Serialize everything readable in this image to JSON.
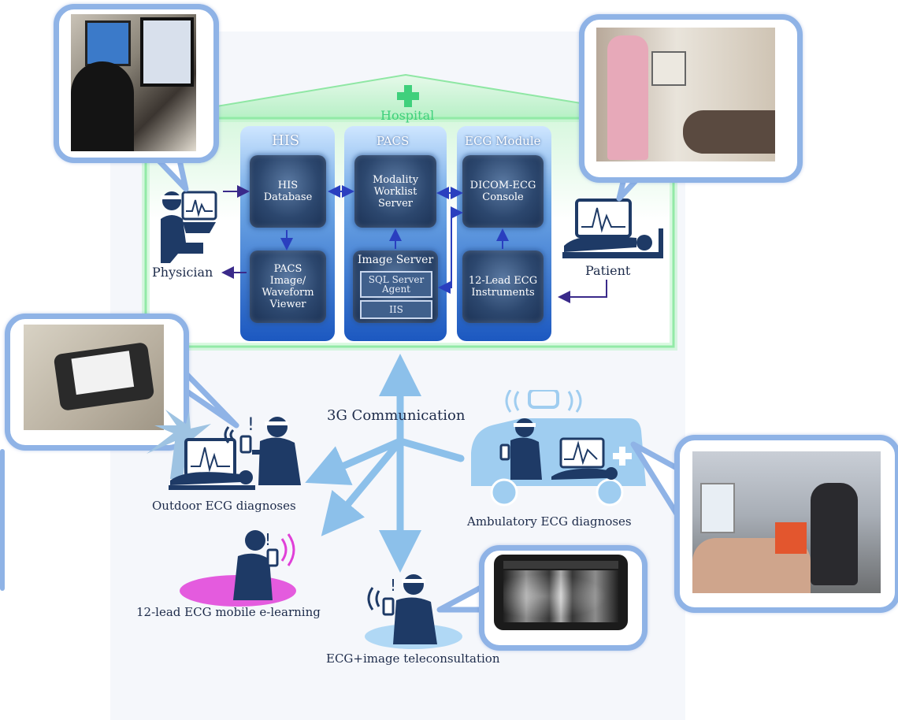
{
  "hospital": {
    "title": "Hospital",
    "physician_label": "Physician",
    "patient_label": "Patient",
    "columns": [
      {
        "title": "HIS",
        "boxes": [
          {
            "lines": [
              "HIS",
              "Database"
            ]
          },
          {
            "lines": [
              "PACS",
              "Image/",
              "Waveform",
              "Viewer"
            ]
          }
        ]
      },
      {
        "title": "PACS",
        "boxes": [
          {
            "lines": [
              "Modality",
              "Worklist",
              "Server"
            ]
          }
        ],
        "image_server": {
          "title": "Image Server",
          "components": [
            {
              "lines": [
                "SQL Server",
                "Agent"
              ]
            },
            {
              "lines": [
                "IIS"
              ]
            }
          ]
        }
      },
      {
        "title": "ECG Module",
        "boxes": [
          {
            "lines": [
              "DICOM-ECG",
              "Console"
            ]
          },
          {
            "lines": [
              "12-Lead ECG",
              "Instruments"
            ]
          }
        ]
      }
    ]
  },
  "network": {
    "label": "3G Communication"
  },
  "scenarios": {
    "outdoor": "Outdoor ECG diagnoses",
    "ambulatory": "Ambulatory ECG diagnoses",
    "elearning": "12-lead ECG mobile e-learning",
    "teleconsult": "ECG+image  teleconsultation"
  },
  "colors": {
    "hospital_green": "#7fe59a",
    "accent_green": "#3fd07c",
    "navy": "#1e3a66",
    "light_blue": "#8cc0ea",
    "bubble_border": "#8fb3e6",
    "arrow_purple": "#3a2a8a",
    "magenta": "#e040d8"
  },
  "icons": [
    "cross-icon",
    "physician-icon",
    "patient-icon",
    "paramedic-icon",
    "ambulance-icon",
    "tree-icon",
    "smartphone-icon",
    "signal-icon"
  ]
}
